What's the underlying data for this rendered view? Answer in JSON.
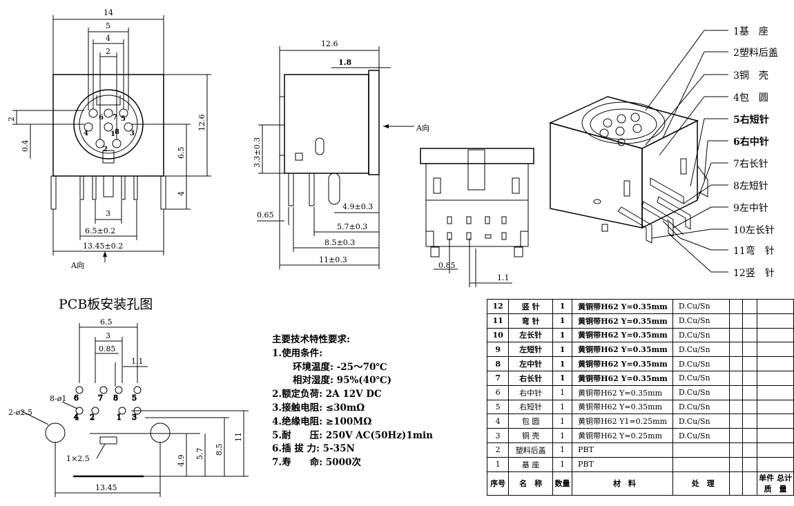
{
  "front_view": {
    "dims": {
      "w14": "14",
      "w5": "5",
      "w4": "4",
      "w2": "2",
      "w3": "3",
      "w65": "6.5±0.2",
      "w1345": "13.45±0.2",
      "h126": "12.6",
      "h65": "6.5",
      "h4": "4",
      "h2": "2",
      "h04": "0.4"
    },
    "arrow_label": "A向"
  },
  "side_view": {
    "dims": {
      "w126": "12.6",
      "w18": "1.8",
      "h33": "3.3±0.3",
      "d065": "0.65",
      "d49": "4.9±0.3",
      "d57": "5.7±0.3",
      "d85": "8.5±0.3",
      "d11": "11±0.3"
    },
    "arrow_label": "A向"
  },
  "rear_view": {
    "dims": {
      "d085": "0.85",
      "d11": "1.1"
    }
  },
  "iso_parts": [
    "1基　座",
    "2塑料后盖",
    "3铜　壳",
    "4包　圆",
    "5右短针",
    "6右中针",
    "7右长针",
    "8左短针",
    "9左中针",
    "10左长针",
    "11弯　针",
    "12竖　针"
  ],
  "pcb": {
    "title": "PCB板安装孔图",
    "dims": {
      "w65": "6.5",
      "w3": "3",
      "w085": "0.85",
      "w11": "1.1",
      "w1345": "13.45",
      "holes8": "8-ø1",
      "holes2": "2-ø2.5",
      "slot": "1×2.5",
      "h49": "4.9",
      "h57": "5.7",
      "h85": "8.5",
      "h11": "11"
    },
    "top_pins": [
      "6",
      "7",
      "8",
      "5"
    ],
    "bottom_pins": [
      "4",
      "2",
      "1",
      "3"
    ]
  },
  "spec": {
    "title": "主要技术特性要求:",
    "lines": [
      {
        "text": "1.使用条件:",
        "indent": false
      },
      {
        "text": "环境温度: -25～70℃",
        "indent": true
      },
      {
        "text": "相对湿度: 95%(40℃)",
        "indent": true
      },
      {
        "text": "2.额定负荷: 2A 12V DC",
        "indent": false
      },
      {
        "text": "3.接触电阻: ≤30mΩ",
        "indent": false
      },
      {
        "text": "4.绝缘电阻: ≥100MΩ",
        "indent": false
      },
      {
        "text": "5.耐　　压: 250V AC(50Hz)1min",
        "indent": false
      },
      {
        "text": "6.插 拔 力: 5-35N",
        "indent": false
      },
      {
        "text": "7.寿　　命: 5000次",
        "indent": false
      }
    ]
  },
  "bom": {
    "rows": [
      [
        "12",
        "竖 针",
        "1",
        "黄铜带H62 Y=0.35mm",
        "D.Cu/Sn"
      ],
      [
        "11",
        "弯 针",
        "1",
        "黄铜带H62 Y=0.35mm",
        "D.Cu/Sn"
      ],
      [
        "10",
        "左长针",
        "1",
        "黄铜带H62 Y=0.35mm",
        "D.Cu/Sn"
      ],
      [
        "9",
        "左短针",
        "1",
        "黄铜带H62 Y=0.35mm",
        "D.Cu/Sn"
      ],
      [
        "8",
        "左中针",
        "1",
        "黄铜带H62 Y=0.35mm",
        "D.Cu/Sn"
      ],
      [
        "7",
        "右长针",
        "1",
        "黄铜带H62 Y=0.35mm",
        "D.Cu/Sn"
      ],
      [
        "6",
        "右中针",
        "1",
        "黄铜带H62 Y=0.35mm",
        "D.Cu/Sn"
      ],
      [
        "5",
        "右短针",
        "1",
        "黄铜带H62 Y=0.35mm",
        "D.Cu/Sn"
      ],
      [
        "4",
        "包 圆",
        "1",
        "黄铜带H62 Y1=0.25mm",
        "D.Cu/Sn"
      ],
      [
        "3",
        "铜 壳",
        "1",
        "黄铜带H62 Y=0.25mm",
        "D.Cu/Sn"
      ],
      [
        "2",
        "塑料后盖",
        "1",
        "PBT",
        ""
      ],
      [
        "1",
        "基 座",
        "1",
        "PBT",
        ""
      ]
    ],
    "header": {
      "seq": "序号",
      "name": "名　称",
      "qty": "数量",
      "material": "材　料",
      "process": "处　理",
      "unit": "单件",
      "total": "总计",
      "mass": "质　量"
    }
  }
}
